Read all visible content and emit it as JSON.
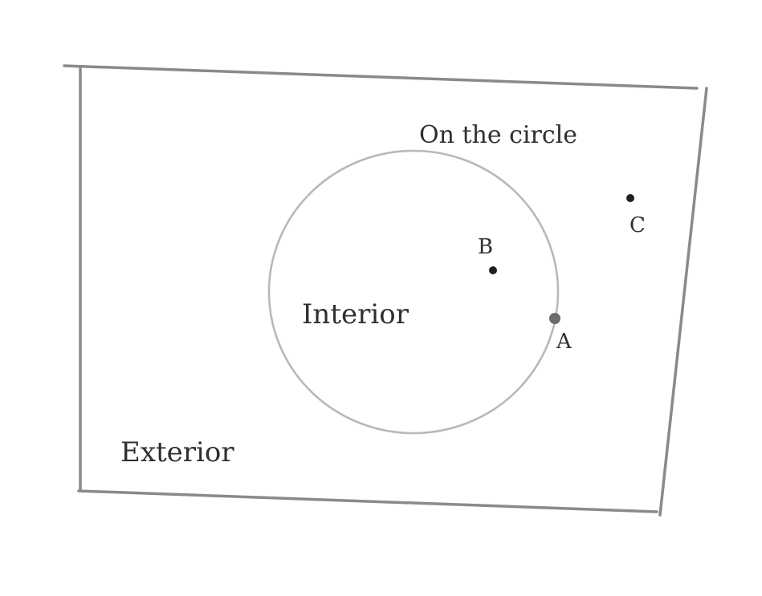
{
  "diagram": {
    "labels": {
      "on_circle": "On the circle",
      "interior": "Interior",
      "exterior": "Exterior"
    },
    "points": [
      {
        "id": "A",
        "label": "A"
      },
      {
        "id": "B",
        "label": "B"
      },
      {
        "id": "C",
        "label": "C"
      }
    ],
    "colors": {
      "ink": "#2f2f2f",
      "frame": "#8a8890",
      "circle": "#b9b6c2",
      "point_on_circle": "#6b6b6b"
    }
  }
}
